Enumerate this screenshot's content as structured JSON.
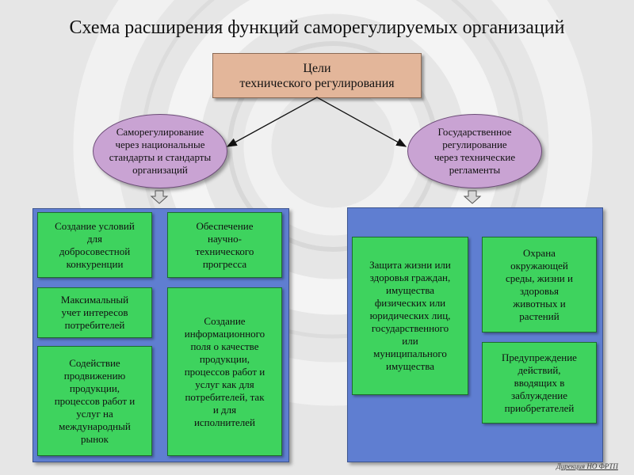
{
  "title": "Схема расширения функций саморегулируемых организаций",
  "goal": "Цели\nтехнического регулирования",
  "left_ellipse": "Саморегулирование\nчерез национальные\nстандарты и стандарты\nорганизаций",
  "right_ellipse": "Государственное\nрегулирование\nчерез технические\nрегламенты",
  "left_boxes": [
    "Создание условий\nдля\nдобросовестной\nконкуренции",
    "Обеспечение\nнаучно-\nтехнического\nпрогресса",
    "Максимальный\nучет интересов\nпотребителей",
    "Создание\nинформационного\nполя о качестве\nпродукции,\nпроцессов работ и\nуслуг как для\nпотребителей, так\nи для\nисполнителей",
    "Содействие\nпродвижению\nпродукции,\nпроцессов работ и\nуслуг на\nмеждународный\nрынок"
  ],
  "right_boxes": [
    "Защита жизни или\nздоровья граждан,\nимущества\nфизических или\nюридических лиц,\nгосударственного\nили\nмуниципального\nимущества",
    "Охрана\nокружающей\nсреды, жизни и\nздоровья\nживотных и\nрастений",
    "Предупреждение\nдействий,\nвводящих в\nзаблуждение\nприобретателей"
  ],
  "credit": "Дирекция НО ФРТП",
  "colors": {
    "goal_fill": "#e3b69a",
    "ellipse_fill": "#c9a3d3",
    "panel_fill": "#5f7ed1",
    "box_fill": "#3ed35e"
  }
}
